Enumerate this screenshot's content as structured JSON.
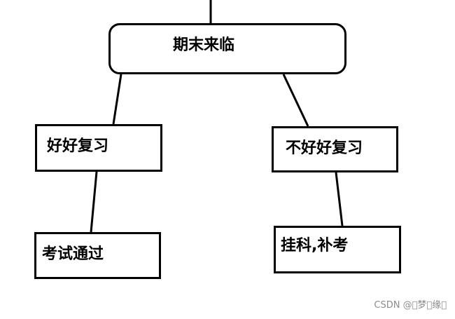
{
  "diagram": {
    "nodes": {
      "root": "期末来临",
      "study": "好好复习",
      "no_study": "不好好复习",
      "pass": "考试通过",
      "fail": "挂科,补考"
    },
    "edges": [
      {
        "from": "root",
        "to": "study"
      },
      {
        "from": "root",
        "to": "no_study"
      },
      {
        "from": "study",
        "to": "pass"
      },
      {
        "from": "no_study",
        "to": "fail"
      }
    ]
  },
  "watermark": "CSDN @\u0000梦\u0000缘\u0000"
}
